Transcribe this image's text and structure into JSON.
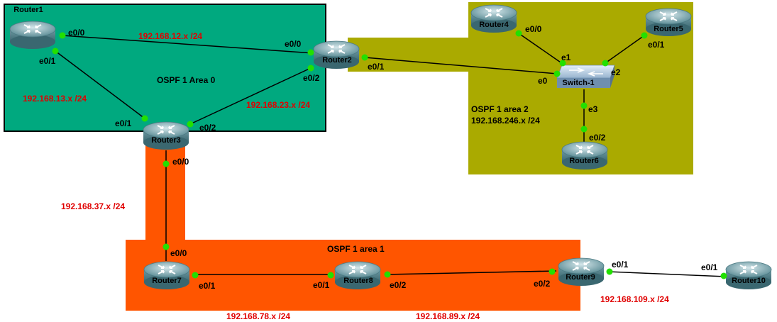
{
  "areas": {
    "area0": {
      "label": "OSPF 1 Area 0"
    },
    "area1": {
      "label": "OSPF 1 area 1"
    },
    "area2": {
      "label": "OSPF 1 area 2",
      "subnet": "192.168.246.x /24"
    }
  },
  "devices": {
    "router1": "Router1",
    "router2": "Router2",
    "router3": "Router3",
    "router4": "Router4",
    "router5": "Router5",
    "router6": "Router6",
    "router7": "Router7",
    "router8": "Router8",
    "router9": "Router9",
    "router10": "Router10",
    "switch1": "Switch-1"
  },
  "subnets": {
    "r1_r2": "192.168.12.x /24",
    "r1_r3": "192.168.13.x /24",
    "r2_r3": "192.168.23.x /24",
    "r3_r7": "192.168.37.x /24",
    "r7_r8": "192.168.78.x /24",
    "r8_r9": "192.168.89.x /24",
    "r9_r10": "192.168.109.x /24"
  },
  "interfaces": {
    "r1_e00": "e0/0",
    "r1_e01": "e0/1",
    "r2_e00": "e0/0",
    "r2_e01": "e0/1",
    "r2_e02": "e0/2",
    "r3_e01": "e0/1",
    "r3_e02": "e0/2",
    "r3_e00": "e0/0",
    "r4_e00": "e0/0",
    "r5_e01": "e0/1",
    "r6_e02": "e0/2",
    "sw_e0": "e0",
    "sw_e1": "e1",
    "sw_e2": "e2",
    "sw_e3": "e3",
    "r7_e00": "e0/0",
    "r7_e01": "e0/1",
    "r8_e01": "e0/1",
    "r8_e02": "e0/2",
    "r9_e02": "e0/2",
    "r9_e01": "e0/1",
    "r10_e01": "e0/1"
  },
  "colors": {
    "area0": "#00a97f",
    "area1": "#ff5500",
    "area2": "#aaaa00",
    "link": "#000000",
    "port": "#22e000",
    "subnet_text": "#e00000"
  }
}
